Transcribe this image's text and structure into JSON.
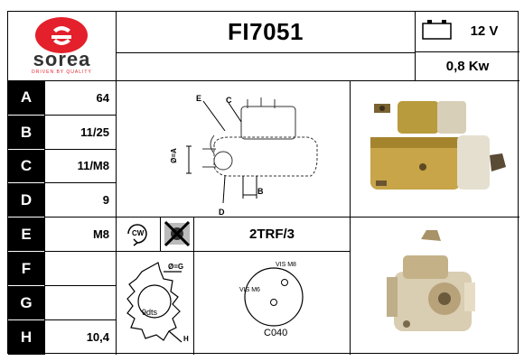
{
  "brand": {
    "name": "sorea",
    "tagline": "DRIVEN BY QUALITY",
    "color": "#e3202b"
  },
  "header": {
    "part_number": "FI7051",
    "voltage": "12 V",
    "power": "0,8 Kw"
  },
  "specs": [
    {
      "letter": "A",
      "value": "64"
    },
    {
      "letter": "B",
      "value": "11/25"
    },
    {
      "letter": "C",
      "value": "11/M8"
    },
    {
      "letter": "D",
      "value": "9"
    },
    {
      "letter": "E",
      "value": "M8"
    },
    {
      "letter": "F",
      "value": ""
    },
    {
      "letter": "G",
      "value": ""
    },
    {
      "letter": "H",
      "value": "10,4"
    }
  ],
  "diagram_labels": {
    "e": "E",
    "c": "C",
    "phi_a": "Ø=A",
    "b": "B",
    "d": "D"
  },
  "rotation": {
    "label": "CW"
  },
  "model_code": "2TRF/3",
  "gear": {
    "phi_g": "Ø=G",
    "teeth": "9dts",
    "h": "H"
  },
  "terminals": {
    "vis_m8": "VIS M8",
    "vis_m6": "VIS M6",
    "code": "C040"
  }
}
